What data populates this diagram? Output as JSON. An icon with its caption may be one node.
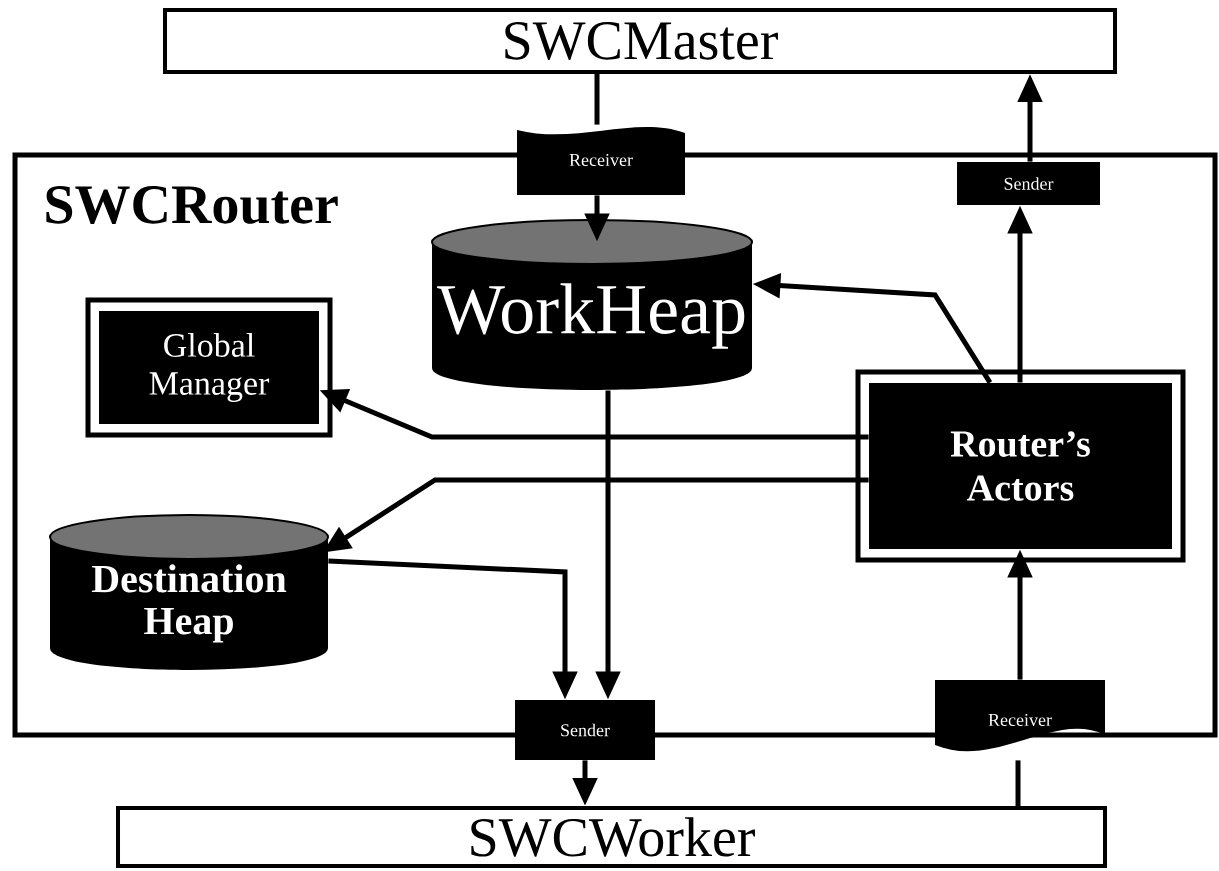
{
  "diagram": {
    "nodes": [
      {
        "text": [
          "SWCMaster"
        ]
      },
      {
        "text": [
          "SWCRouter"
        ]
      },
      {
        "text": [
          "Receiver"
        ]
      },
      {
        "text": [
          "Sender"
        ],
        "in": 1
      },
      {
        "text": [
          "WorkHeap"
        ],
        "in": 1
      },
      {
        "text": [
          "Global Manager"
        ],
        "in": 1
      },
      {
        "text": [
          "Router’s Actors"
        ],
        "in": 1
      },
      {
        "text": [
          "Destination Heap"
        ],
        "in": 1
      },
      {
        "text": [
          "Sender"
        ]
      },
      {
        "text": [
          "Receiver"
        ]
      },
      {
        "text": [
          "SWCWorker"
        ]
      }
    ],
    "edges": [
      {
        "from": 0,
        "to": 2,
        "arrow": "none"
      },
      {
        "from": 2,
        "to": 4,
        "arrow": "to"
      },
      {
        "from": 3,
        "to": 0,
        "arrow": "to"
      },
      {
        "from": 6,
        "to": 3,
        "arrow": "to"
      },
      {
        "from": 6,
        "to": 4,
        "arrow": "to"
      },
      {
        "from": 6,
        "to": 5,
        "arrow": "to"
      },
      {
        "from": 6,
        "to": 7,
        "arrow": "to"
      },
      {
        "from": 4,
        "to": 8,
        "arrow": "to"
      },
      {
        "from": 7,
        "to": 8,
        "arrow": "to"
      },
      {
        "from": 8,
        "to": 10,
        "arrow": "to"
      },
      {
        "from": 10,
        "to": 9,
        "arrow": "none"
      },
      {
        "from": 9,
        "to": 6,
        "arrow": "to"
      }
    ]
  }
}
